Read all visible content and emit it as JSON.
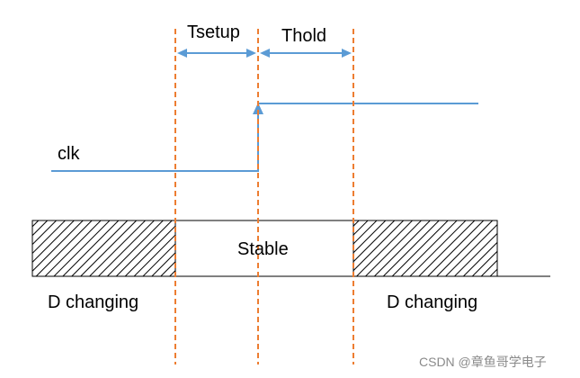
{
  "labels": {
    "tsetup": "Tsetup",
    "thold": "Thold",
    "clk": "clk",
    "stable": "Stable",
    "d_changing_left": "D changing",
    "d_changing_right": "D changing"
  },
  "watermark": "CSDN @章鱼哥学电子",
  "colors": {
    "clock": "#5b9bd5",
    "dashed": "#ed7d31",
    "outline": "#000000",
    "hatch": "#000000",
    "watermark": "#8a8a8a"
  }
}
